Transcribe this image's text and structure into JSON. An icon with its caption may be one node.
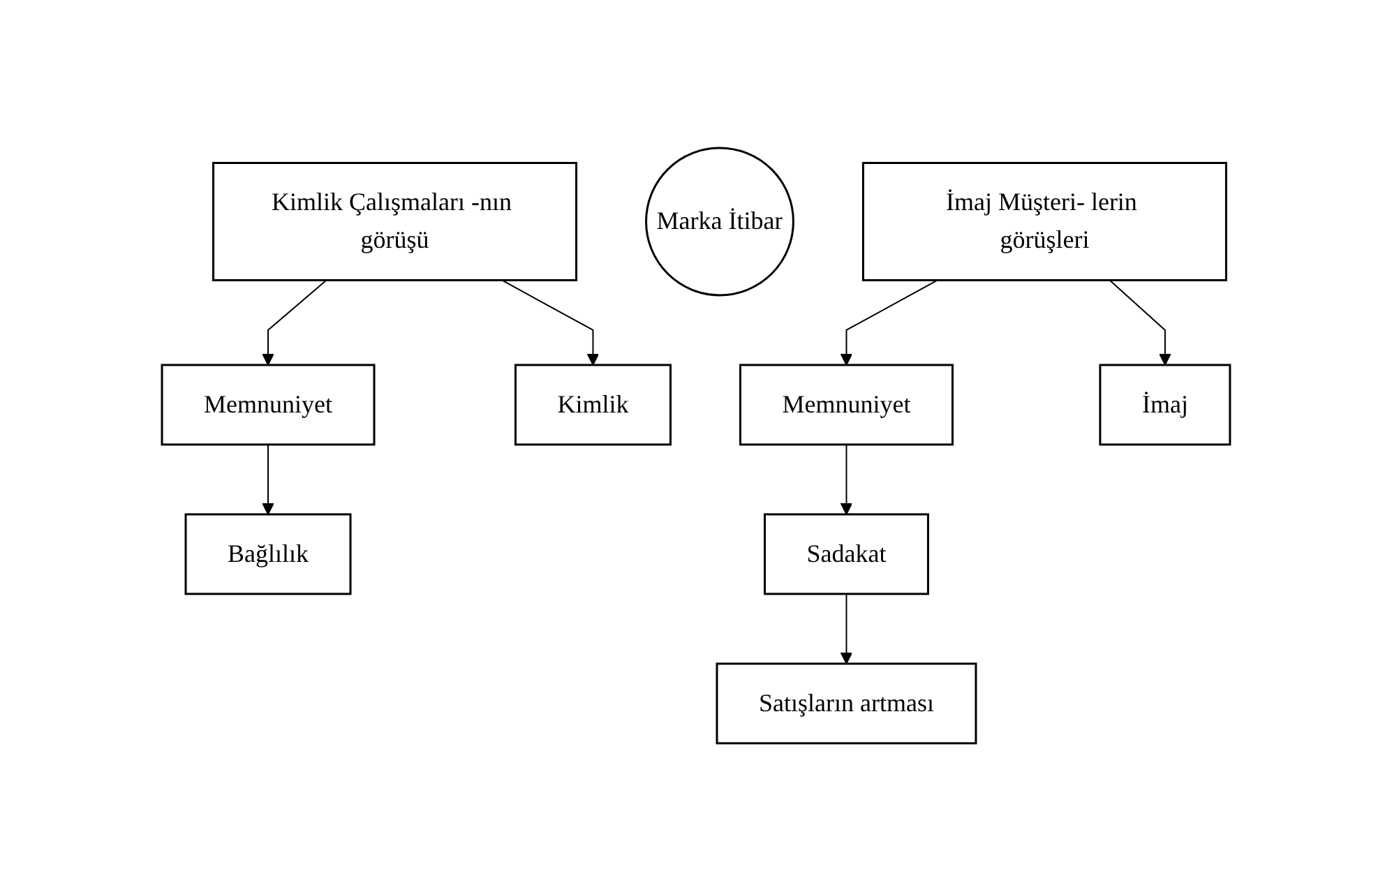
{
  "diagram": {
    "nodes": [
      {
        "text": [
          "Memnuniyet"
        ]
      },
      {
        "text": [
          "Kimlik Çalışmaları -nın görüşü"
        ]
      },
      {
        "text": [
          "Marka İtibar"
        ]
      },
      {
        "text": [
          "İmaj Müşteri- lerin görüşleri"
        ]
      },
      {
        "text": [
          "Memnuniyet"
        ]
      },
      {
        "text": [
          "Bağlılık"
        ]
      },
      {
        "text": [
          "Kimlik"
        ]
      },
      {
        "text": [
          "İmaj"
        ]
      },
      {
        "text": [
          "Sadakat"
        ]
      },
      {
        "text": [
          "Satışların artması"
        ]
      }
    ],
    "edges": [
      {
        "from": 1,
        "to": 0,
        "arrow": "to"
      },
      {
        "from": 3,
        "to": 4,
        "arrow": "to"
      },
      {
        "from": 0,
        "to": 5,
        "arrow": "to"
      },
      {
        "from": 1,
        "to": 6,
        "arrow": "to"
      },
      {
        "from": 3,
        "to": 7,
        "arrow": "to"
      },
      {
        "from": 4,
        "to": 8,
        "arrow": "to"
      },
      {
        "from": 8,
        "to": 9,
        "arrow": "to"
      }
    ]
  }
}
